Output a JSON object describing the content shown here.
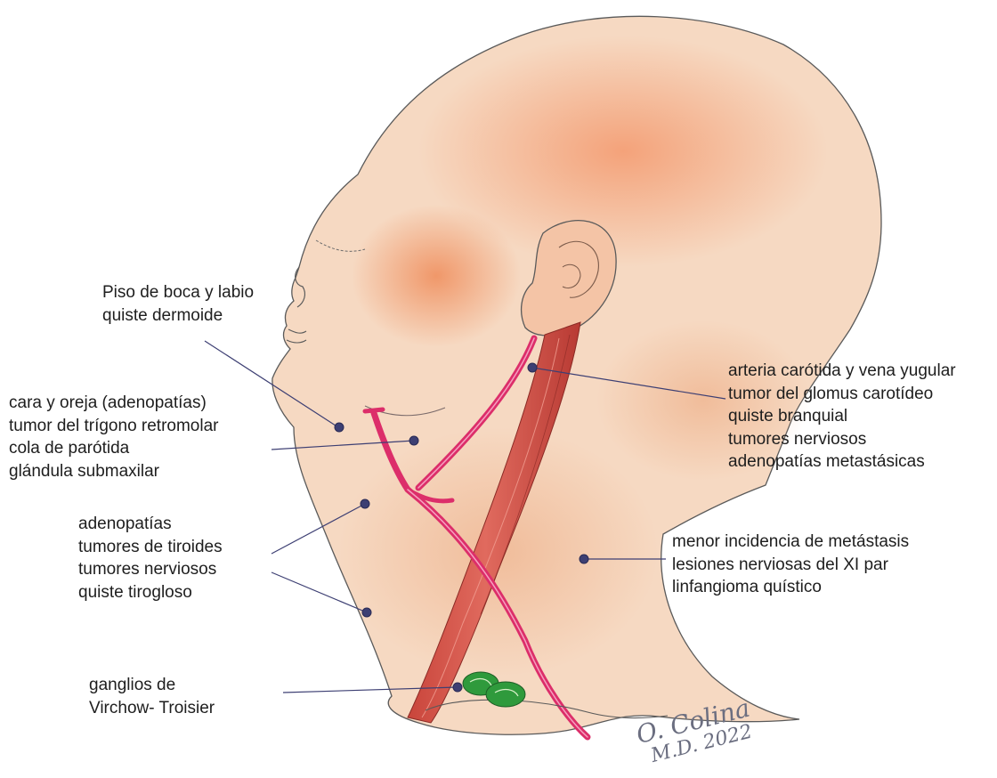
{
  "labels": {
    "floor_mouth": [
      "Piso de boca y labio",
      "quiste dermoide"
    ],
    "face_ear": [
      "cara y oreja (adenopatías)",
      "tumor del trígono retromolar",
      "cola de parótida",
      "glándula submaxilar"
    ],
    "central": [
      "adenopatías",
      "tumores de tiroides",
      "tumores nerviosos",
      "quiste tirogloso"
    ],
    "virchow": [
      "ganglios de",
      "Virchow- Troisier"
    ],
    "carotid": [
      "arteria carótida y vena yugular",
      "tumor del glomus carotídeo",
      "quiste branquial",
      "tumores nerviosos",
      "adenopatías metastásicas"
    ],
    "posterior": [
      "menor incidencia de metástasis",
      "lesiones nerviosas del XI par",
      "linfangioma quístico"
    ]
  },
  "signature": {
    "line1": "O. Colina",
    "line2": "M.D. 2022"
  },
  "colors": {
    "skin": "#f6d9c2",
    "skin_blush": "#f0a271",
    "outline": "#5a5a5a",
    "vessel": "#dc2e6a",
    "muscle": "#d35044",
    "gland": "#2f9a3c",
    "pointer": "#3d3f73",
    "text": "#1e1e1e"
  }
}
